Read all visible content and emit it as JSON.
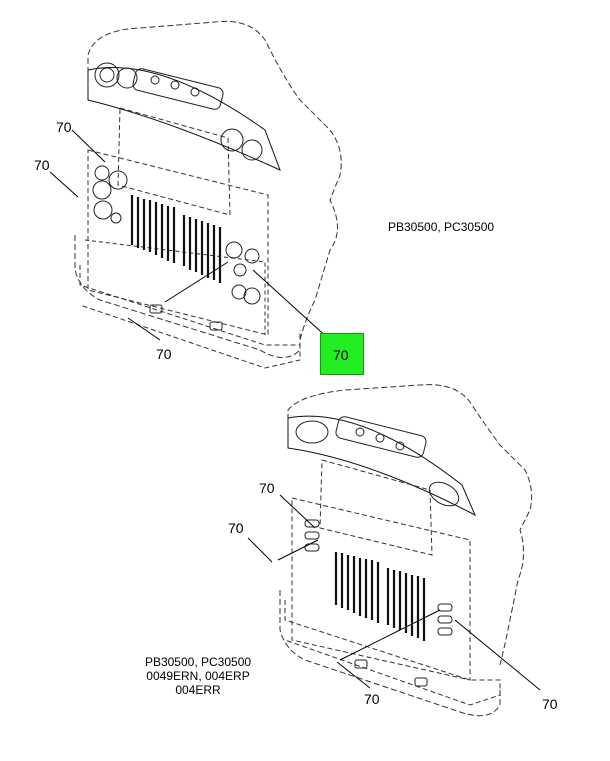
{
  "colors": {
    "highlight": "#22ee22",
    "line": "#000000",
    "dash": "#333333"
  },
  "callouts": {
    "top": [
      "70",
      "70",
      "70",
      "70"
    ],
    "bottom": [
      "70",
      "70",
      "70",
      "70"
    ]
  },
  "captions": {
    "top": "PB30500, PC30500",
    "bottom_line1": "PB30500, PC30500",
    "bottom_line2": "0049ERN, 004ERP",
    "bottom_line3": "004ERR"
  }
}
